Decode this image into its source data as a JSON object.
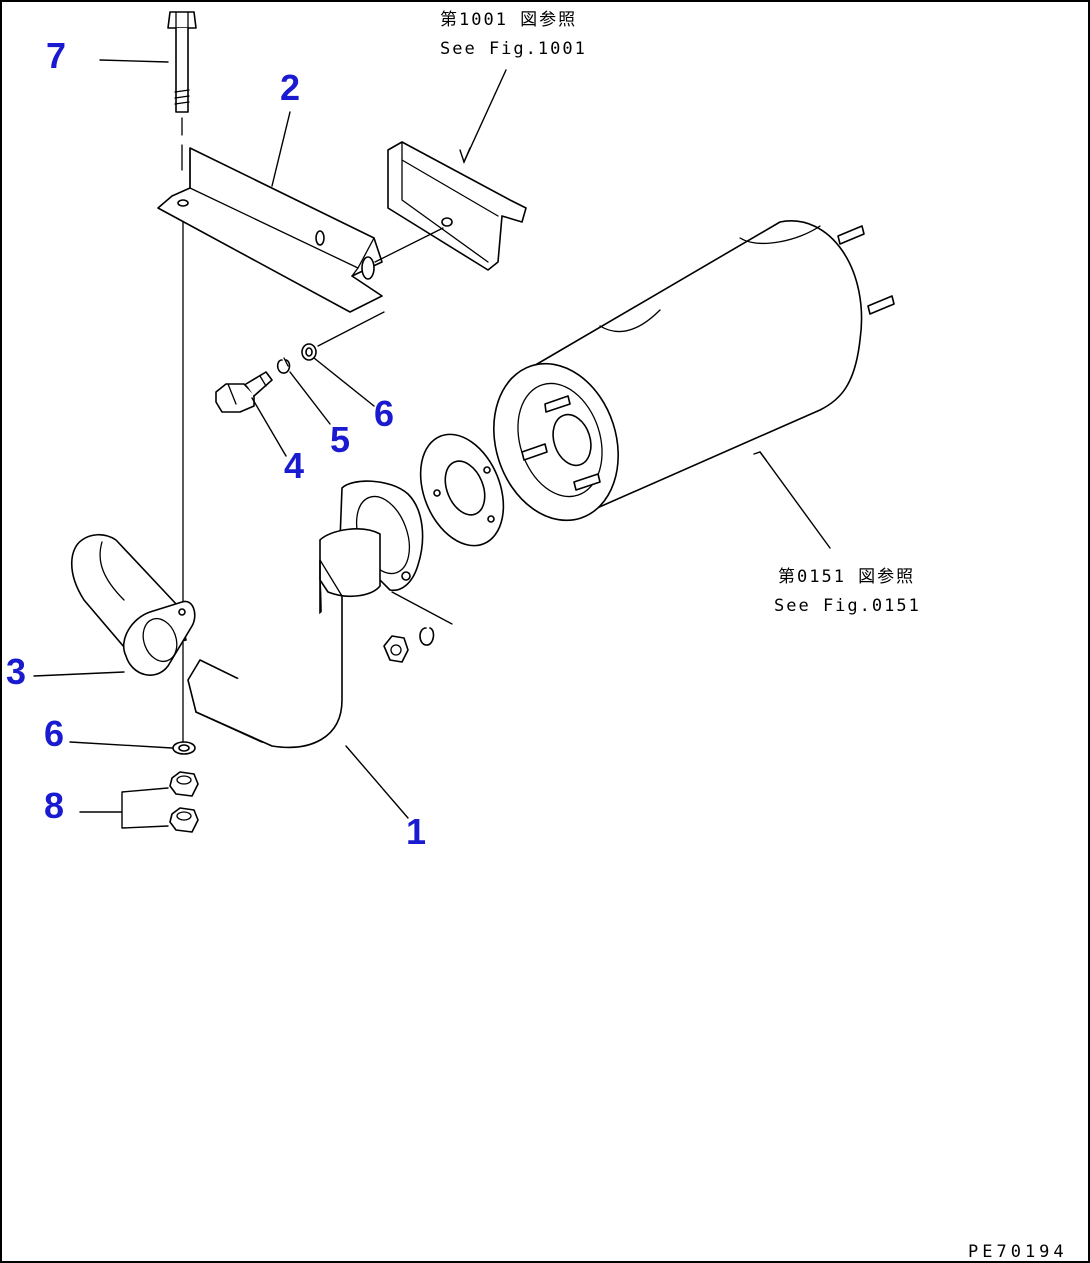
{
  "callouts": {
    "c1": "1",
    "c2": "2",
    "c3": "3",
    "c4": "4",
    "c5": "5",
    "c6a": "6",
    "c6b": "6",
    "c7": "7",
    "c8": "8"
  },
  "references": {
    "fig1001_jp": "第1001 図参照",
    "fig1001_en": "See Fig.1001",
    "fig0151_jp": "第0151 図参照",
    "fig0151_en": "See Fig.0151"
  },
  "drawing_code": "PE70194",
  "colors": {
    "callout": "#1a1ad0",
    "line": "#000000",
    "background": "#ffffff"
  }
}
